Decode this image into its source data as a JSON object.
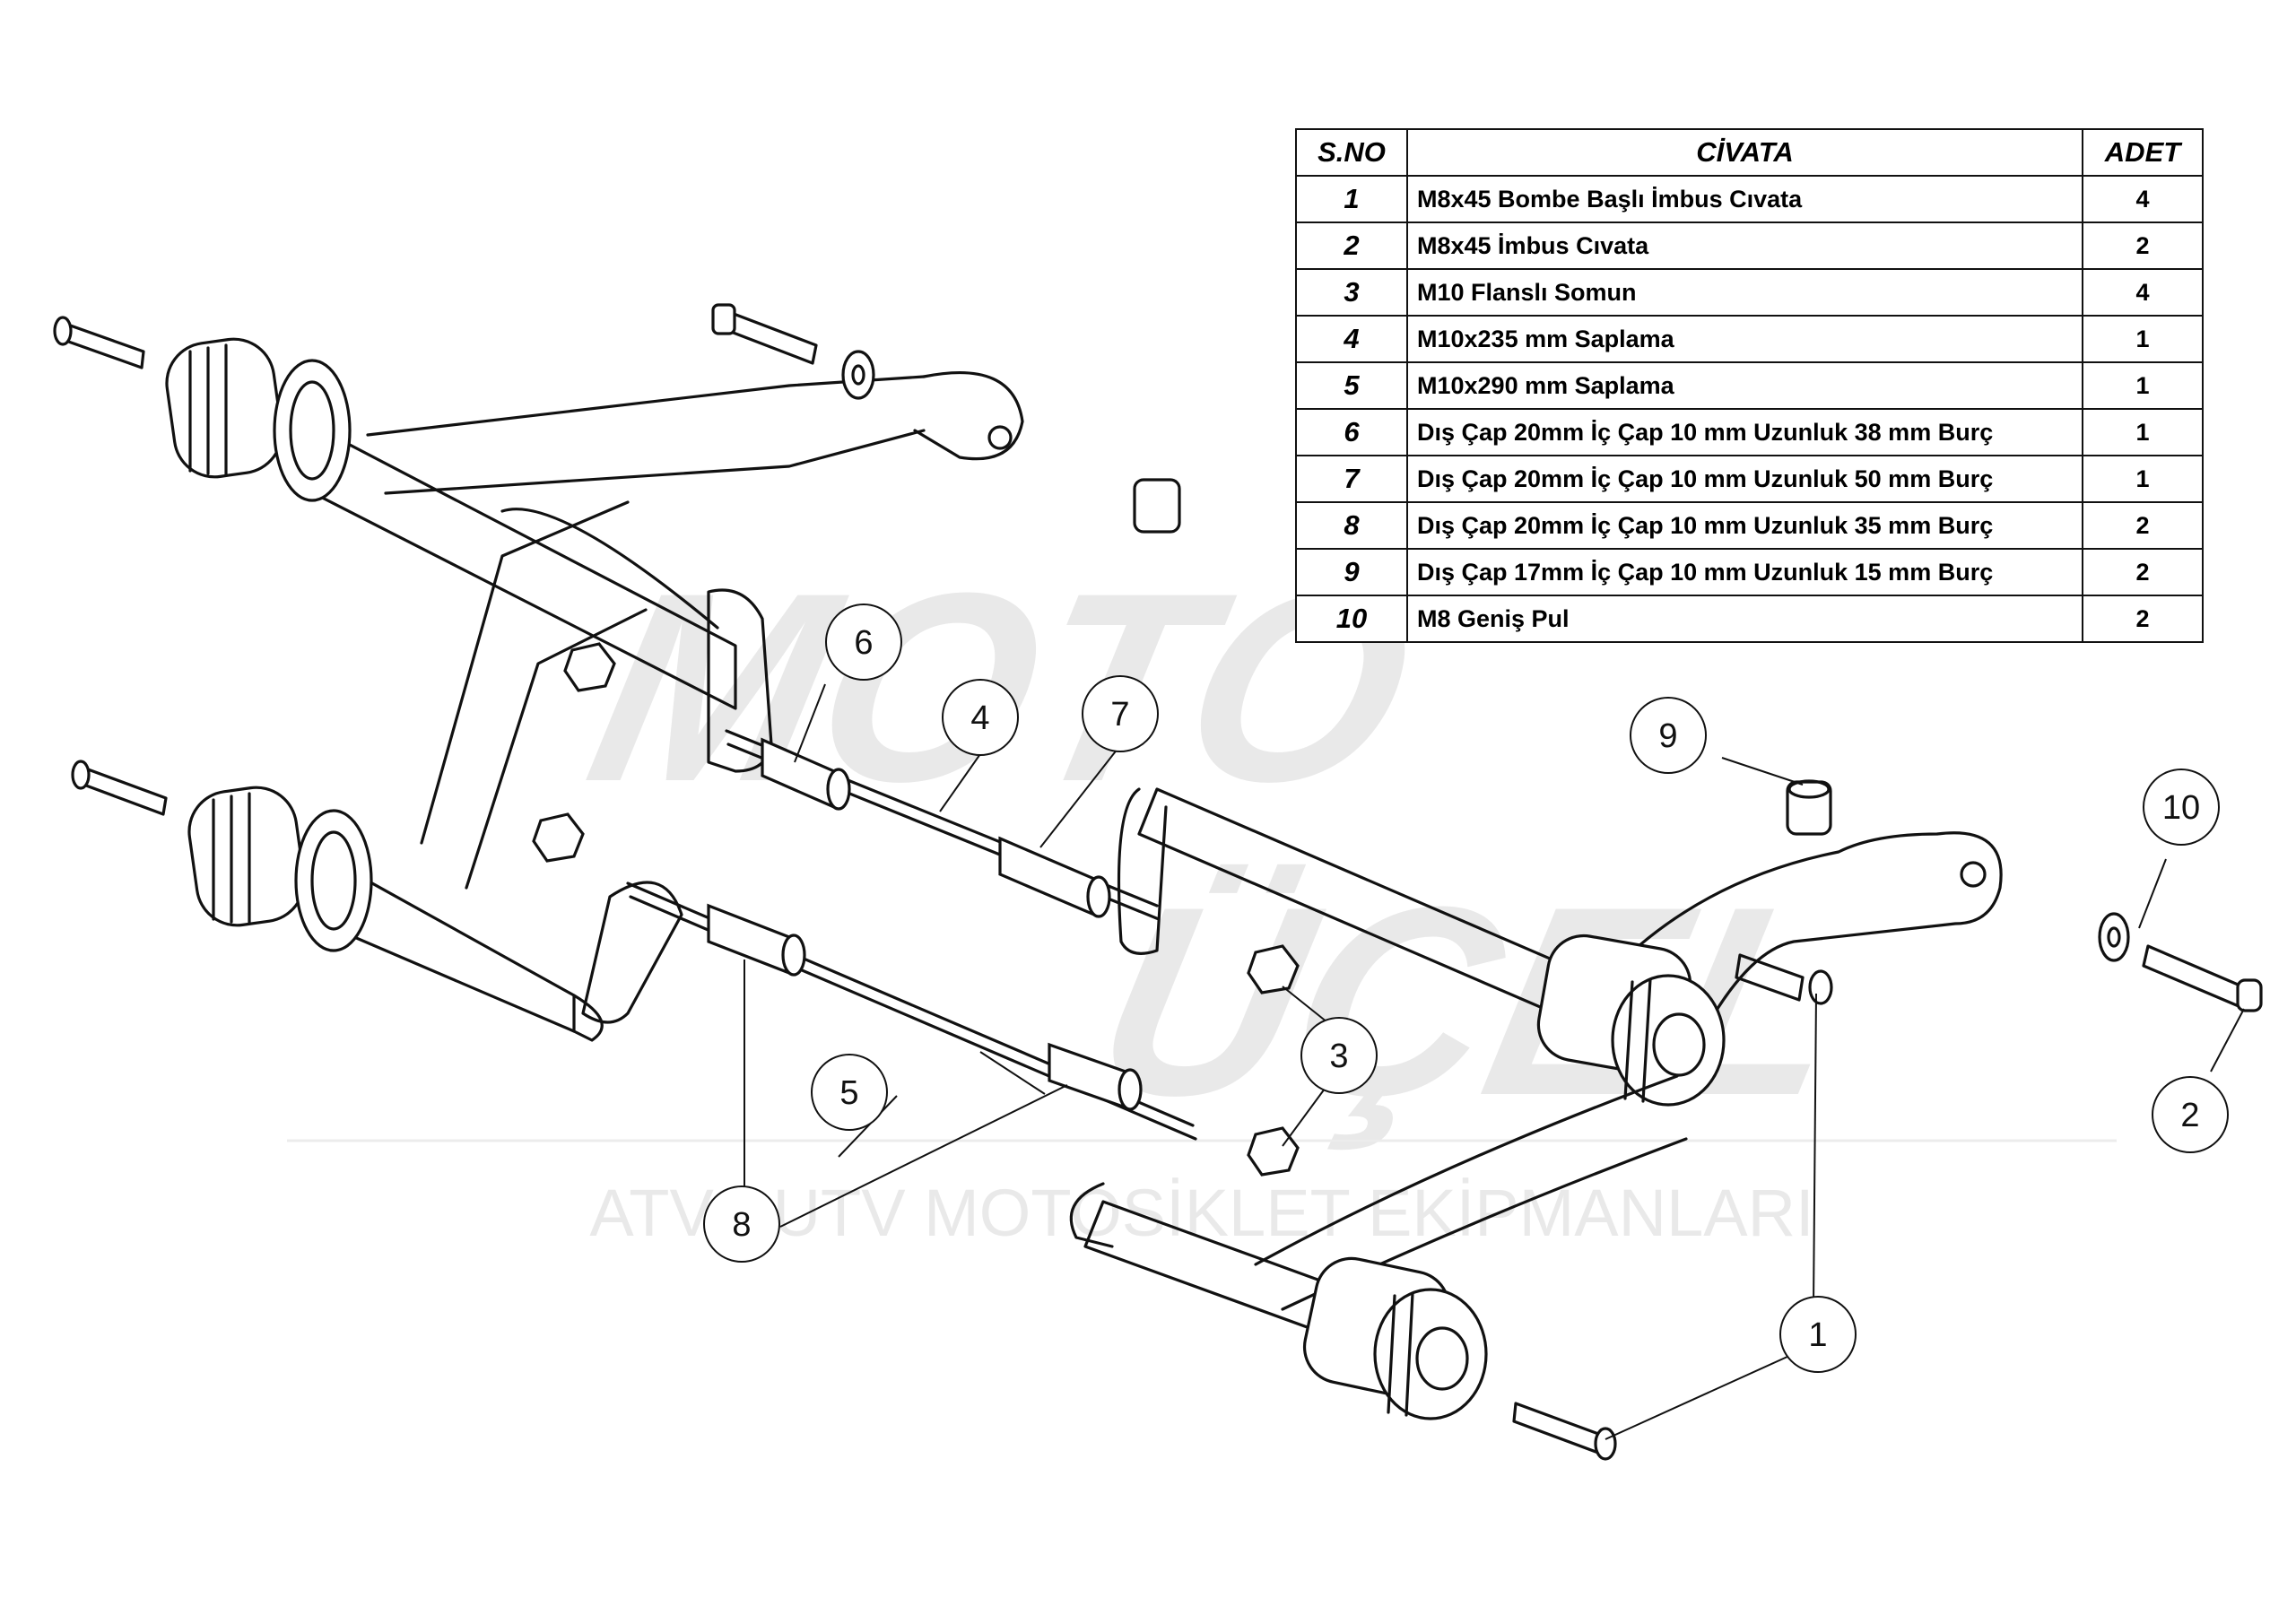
{
  "watermark": {
    "brand_top": "MOTO",
    "brand_bottom": "ÜÇEL",
    "subtitle": "ATV - UTV MOTOSİKLET EKİPMANLARI"
  },
  "bom_table": {
    "headers": [
      "S.NO",
      "CİVATA",
      "ADET"
    ],
    "rows": [
      {
        "no": "1",
        "desc": "M8x45 Bombe Başlı İmbus Cıvata",
        "qty": "4"
      },
      {
        "no": "2",
        "desc": "M8x45 İmbus Cıvata",
        "qty": "2"
      },
      {
        "no": "3",
        "desc": "M10 Flanslı Somun",
        "qty": "4"
      },
      {
        "no": "4",
        "desc": "M10x235 mm Saplama",
        "qty": "1"
      },
      {
        "no": "5",
        "desc": "M10x290 mm Saplama",
        "qty": "1"
      },
      {
        "no": "6",
        "desc": "Dış Çap 20mm İç Çap 10 mm Uzunluk 38 mm Burç",
        "qty": "1"
      },
      {
        "no": "7",
        "desc": "Dış Çap 20mm İç Çap 10 mm Uzunluk 50 mm Burç",
        "qty": "1"
      },
      {
        "no": "8",
        "desc": "Dış Çap 20mm İç Çap 10 mm Uzunluk 35 mm Burç",
        "qty": "2"
      },
      {
        "no": "9",
        "desc": "Dış Çap 17mm İç Çap 10 mm Uzunluk 15 mm Burç",
        "qty": "2"
      },
      {
        "no": "10",
        "desc": "M8 Geniş Pul",
        "qty": "2"
      }
    ]
  },
  "callouts": {
    "c1": "1",
    "c2": "2",
    "c3": "3",
    "c4": "4",
    "c5": "5",
    "c6": "6",
    "c7": "7",
    "c8": "8",
    "c9": "9",
    "c10": "10"
  }
}
